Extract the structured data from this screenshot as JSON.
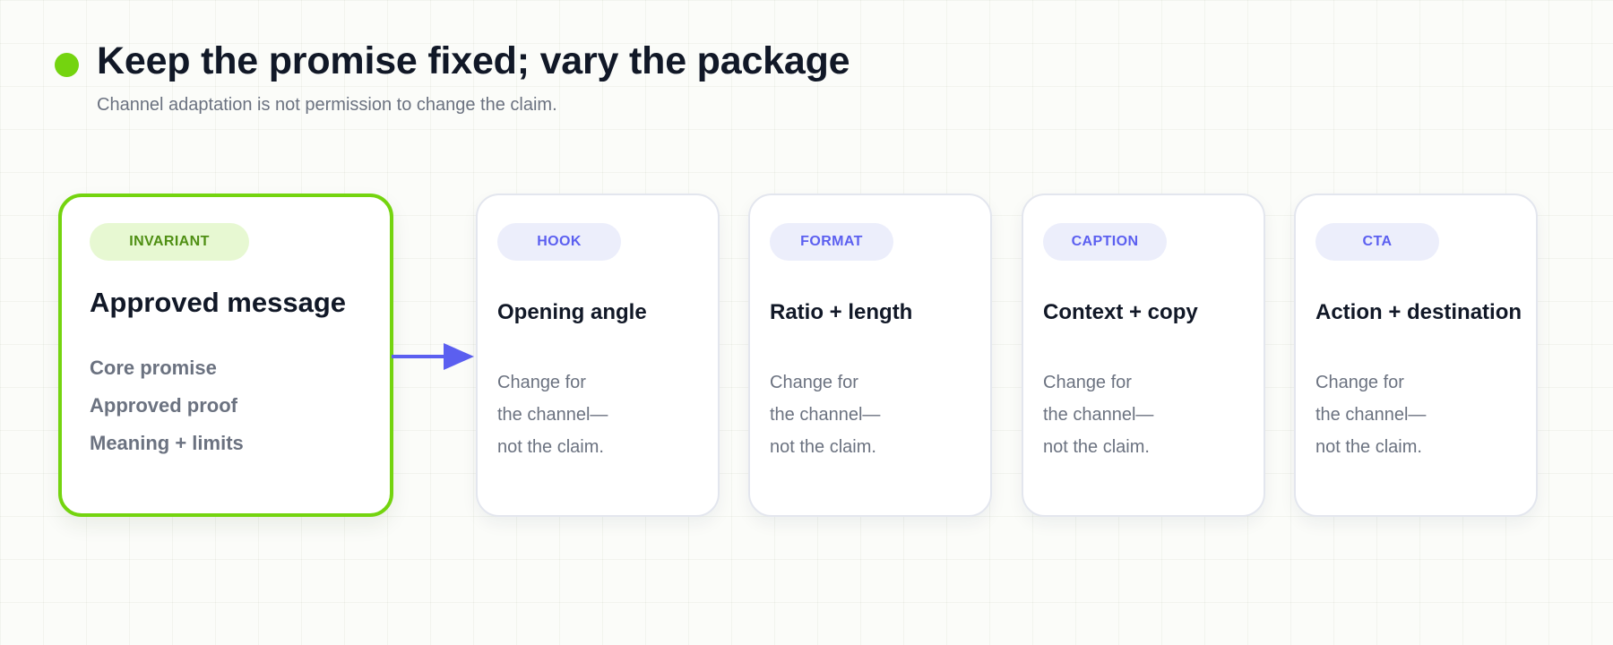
{
  "header": {
    "title": "Keep the promise fixed; vary the package",
    "subtitle": "Channel adaptation is not permission to change the claim."
  },
  "invariant": {
    "tag": "INVARIANT",
    "title": "Approved message",
    "items": [
      "Core promise",
      "Approved proof",
      "Meaning + limits"
    ]
  },
  "variants": [
    {
      "tag": "HOOK",
      "title": "Opening angle",
      "body": [
        "Change for",
        "the channel—",
        "not the claim."
      ]
    },
    {
      "tag": "FORMAT",
      "title": "Ratio + length",
      "body": [
        "Change for",
        "the channel—",
        "not the claim."
      ]
    },
    {
      "tag": "CAPTION",
      "title": "Context + copy",
      "body": [
        "Change for",
        "the channel—",
        "not the claim."
      ]
    },
    {
      "tag": "CTA",
      "title": "Action + destination",
      "body": [
        "Change for",
        "the channel—",
        "not the claim."
      ]
    }
  ],
  "colors": {
    "accent_green": "#74d40f",
    "accent_blue": "#5b5ff0",
    "text_dark": "#111827",
    "text_muted": "#6b7280"
  }
}
